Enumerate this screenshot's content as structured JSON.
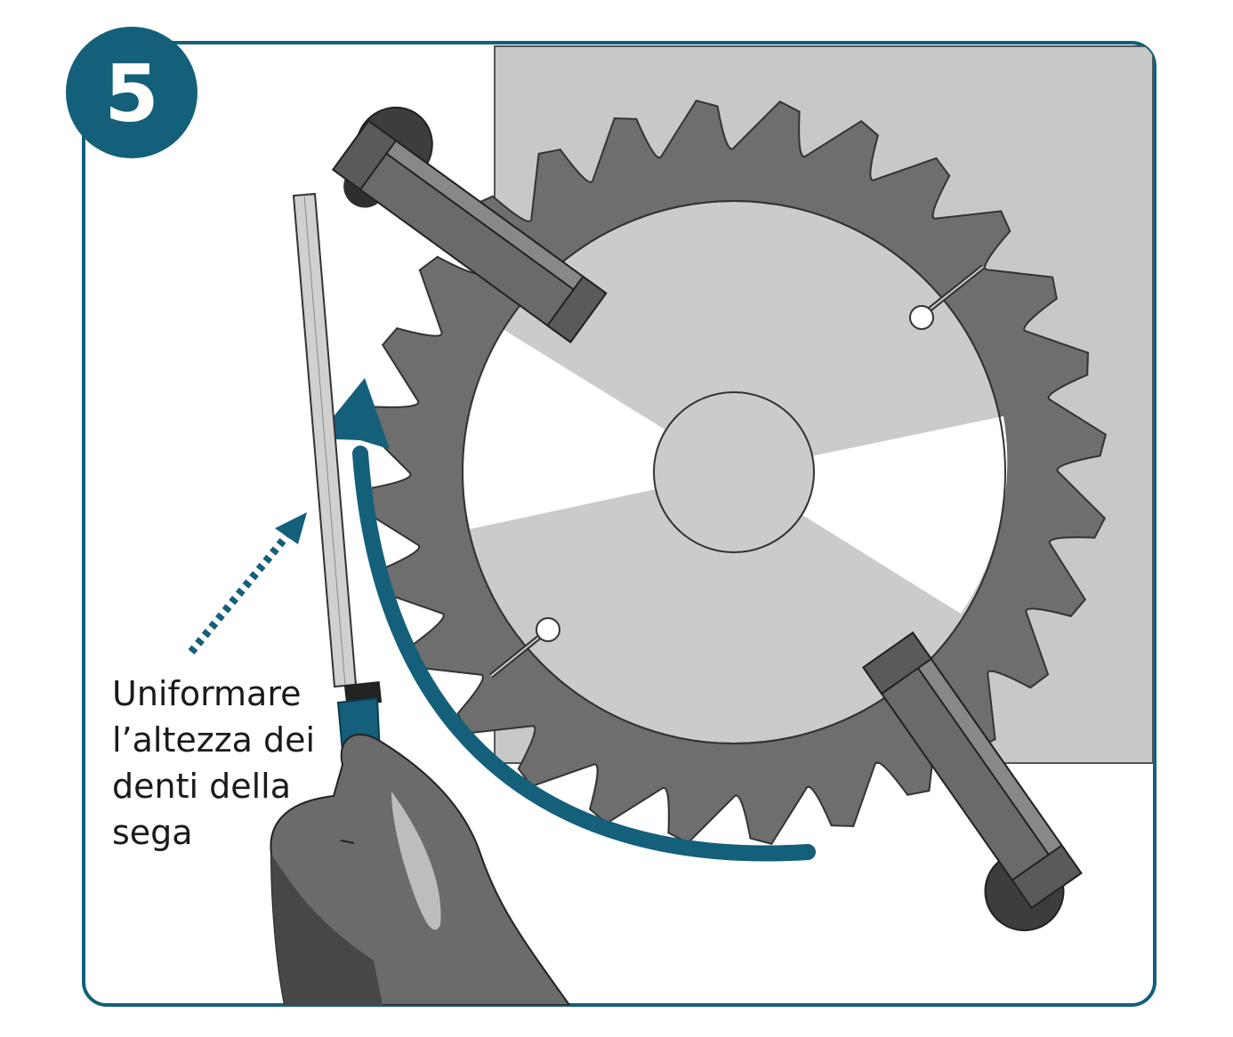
{
  "step": {
    "number": "5"
  },
  "caption": {
    "lines": [
      "Uniformare",
      "l’altezza dei",
      "denti della",
      "sega"
    ]
  },
  "icons": [
    "circular-saw-blade-icon",
    "clamp-icon",
    "file-tool-icon",
    "hand-icon",
    "rotation-arrow-icon",
    "dotted-direction-arrow-icon"
  ],
  "colors": {
    "accent": "#145f7a",
    "frame_border": "#145f7a",
    "panel_gray": "#c8c8c8",
    "blade_dark": "#6e6e6e",
    "blade_light": "#cbcbcb",
    "clamp": "#6a6a6a",
    "hand": "#6b6b6b"
  }
}
